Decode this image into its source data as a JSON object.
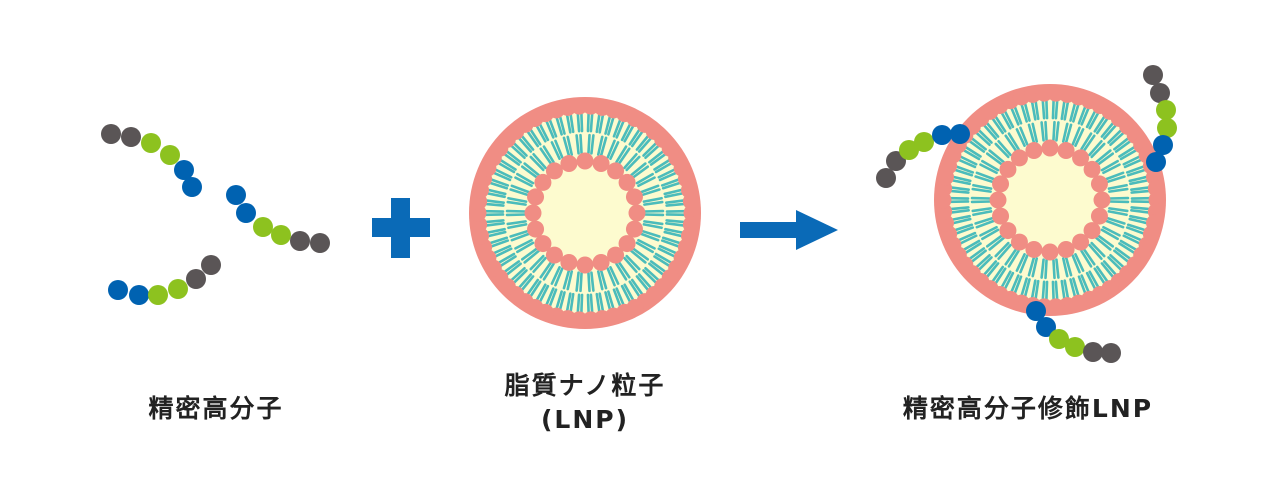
{
  "labels": {
    "polymer": "精密高分子",
    "lnp_line1": "脂質ナノ粒子",
    "lnp_line2": "(LNP)",
    "modified": "精密高分子修飾LNP"
  },
  "colors": {
    "bead_gray": "#5a5556",
    "bead_green": "#8dc21f",
    "bead_blue": "#0062b1",
    "lipid_head": "#f08d84",
    "lipid_tail": "#4bbcbb",
    "core": "#fdfbcf",
    "symbol_blue": "#0a6ab7"
  },
  "operators": {
    "plus": "plus-icon",
    "arrow": "arrow-right-icon"
  }
}
